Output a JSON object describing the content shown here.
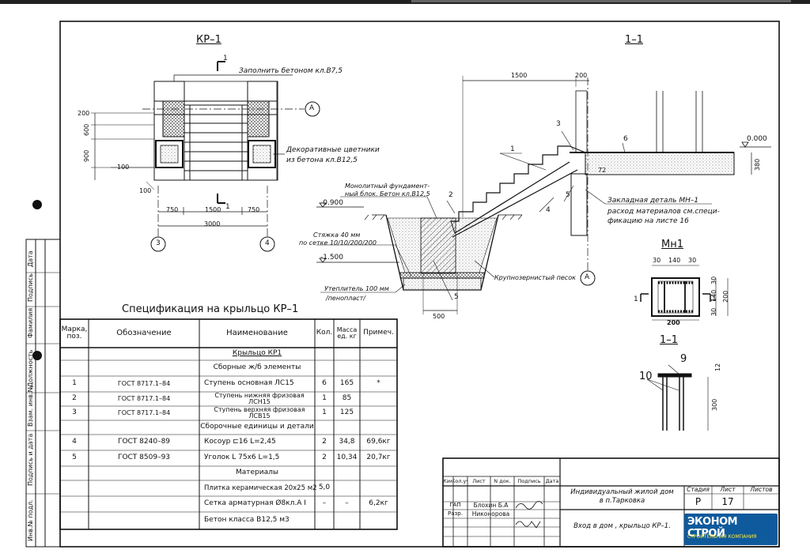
{
  "kr1_view": {
    "title": "КР–1",
    "section_mark": "1",
    "note_top": "Заполнить бетоном кл.В7,5",
    "note_planters": [
      "Декоративные цветники",
      "из бетона кл.В12,5"
    ],
    "axis_a": "A",
    "axis_3": "3",
    "axis_4": "4",
    "dims": {
      "d200": "200",
      "d600": "600",
      "d900": "900",
      "d100a": "100",
      "d100b": "100",
      "d750a": "750",
      "d1500": "1500",
      "d750b": "750",
      "d3000": "3000"
    }
  },
  "section_view": {
    "title": "1–1",
    "dims": {
      "d1500": "1500",
      "d200": "200",
      "d380": "380",
      "d500": "500",
      "d72": "72"
    },
    "callouts": [
      "1",
      "2",
      "3",
      "4",
      "5",
      "6"
    ],
    "level_000": "0.000",
    "level_0900": "-0.900",
    "level_1500": "-1.500",
    "axis_a": "A",
    "note_block": [
      "Монолитный фундамент-",
      "ный блок. Бетон кл.В12,5"
    ],
    "note_screed": [
      "Стяжка 40 мм",
      "по сетке 10/10/200/200"
    ],
    "note_insul": [
      "Утеплитель 100 мм",
      "/пенопласт/"
    ],
    "note_sand": "Крупнозернистый песок",
    "note_embed": [
      "Закладная деталь МН–1",
      "расход материалов см.специ-",
      "фикацию на листе 16"
    ]
  },
  "mn1": {
    "title": "Мн1",
    "dims": {
      "d30a": "30",
      "d140": "140",
      "d30b": "30",
      "d200": "200",
      "v30a": "30",
      "v140": "140",
      "v30b": "30",
      "v200": "200"
    },
    "sec_mark": "1"
  },
  "mn_section": {
    "title": "1–1",
    "labels": {
      "n9": "9",
      "n10": "10",
      "d12": "12",
      "d300": "300"
    }
  },
  "spec": {
    "title": "Спецификация на крыльцо КР–1",
    "headers": {
      "mark": "Марка, поз.",
      "designation": "Обозначение",
      "name": "Наименование",
      "qty": "Кол.",
      "mass": "Масса ед. кг",
      "note": "Примеч."
    },
    "rows": [
      {
        "mark": "",
        "designation": "",
        "name": "Крыльцо КР1",
        "qty": "",
        "mass": "",
        "note": ""
      },
      {
        "mark": "",
        "designation": "",
        "name": "Сборные ж/б элементы",
        "qty": "",
        "mass": "",
        "note": ""
      },
      {
        "mark": "1",
        "designation": "ГОСТ 8717.1–84",
        "name": "Ступень основная ЛС15",
        "qty": "6",
        "mass": "165",
        "note": "*"
      },
      {
        "mark": "2",
        "designation": "ГОСТ 8717.1–84",
        "name": "Ступень нижняя фризовая ЛСН15",
        "qty": "1",
        "mass": "85",
        "note": ""
      },
      {
        "mark": "3",
        "designation": "ГОСТ 8717.1–84",
        "name": "Ступень верхняя фризовая ЛСВ15",
        "qty": "1",
        "mass": "125",
        "note": ""
      },
      {
        "mark": "",
        "designation": "",
        "name": "Сборочные единицы и детали",
        "qty": "",
        "mass": "",
        "note": ""
      },
      {
        "mark": "4",
        "designation": "ГОСТ 8240–89",
        "name": "Косоур ⊏16    L=2,45",
        "qty": "2",
        "mass": "34,8",
        "note": "69,6кг"
      },
      {
        "mark": "5",
        "designation": "ГОСТ 8509–93",
        "name": "Уголок L 75x6   L=1,5",
        "qty": "2",
        "mass": "10,34",
        "note": "20,7кг"
      },
      {
        "mark": "",
        "designation": "",
        "name": "Материалы",
        "qty": "",
        "mass": "",
        "note": ""
      },
      {
        "mark": "",
        "designation": "",
        "name": "Плитка керамическая 20x25 м2",
        "qty": "5,0",
        "mass": "",
        "note": ""
      },
      {
        "mark": "",
        "designation": "",
        "name": "Сетка арматурная Ø8кл.А I",
        "qty": "–",
        "mass": "–",
        "note": "6,2кг"
      },
      {
        "mark": "",
        "designation": "",
        "name": "Бетон класса В12,5 м3",
        "qty": "",
        "mass": "",
        "note": ""
      }
    ]
  },
  "left_strip": {
    "labels": [
      "Инв.№ подл.",
      "Подпись и дата",
      "Взам. инв.№",
      "Должность",
      "Фамилия",
      "Подпись",
      "Дата"
    ]
  },
  "title_block": {
    "header": [
      "Изм.",
      "Кол.уч",
      "Лист",
      "N док.",
      "Подпись",
      "Дата"
    ],
    "rows": [
      {
        "role": "ГАП",
        "name": "Блохин Б.А"
      },
      {
        "role": "Разр.",
        "name": "Никонорова"
      }
    ],
    "project": [
      "Индивидуальный жилой дом",
      "в п.Тарковка"
    ],
    "sheet_title": "Вход в дом , крыльцо КР–1.",
    "stage_label": "Стадия",
    "sheet_label": "Лист",
    "sheets_label": "Листов",
    "stage": "Р",
    "sheet": "17",
    "sheets": ""
  },
  "logo": {
    "line1": "ЭКОНОМ СТРОЙ",
    "line2": "СТРОИТЕЛЬНАЯ КОМПАНИЯ"
  }
}
